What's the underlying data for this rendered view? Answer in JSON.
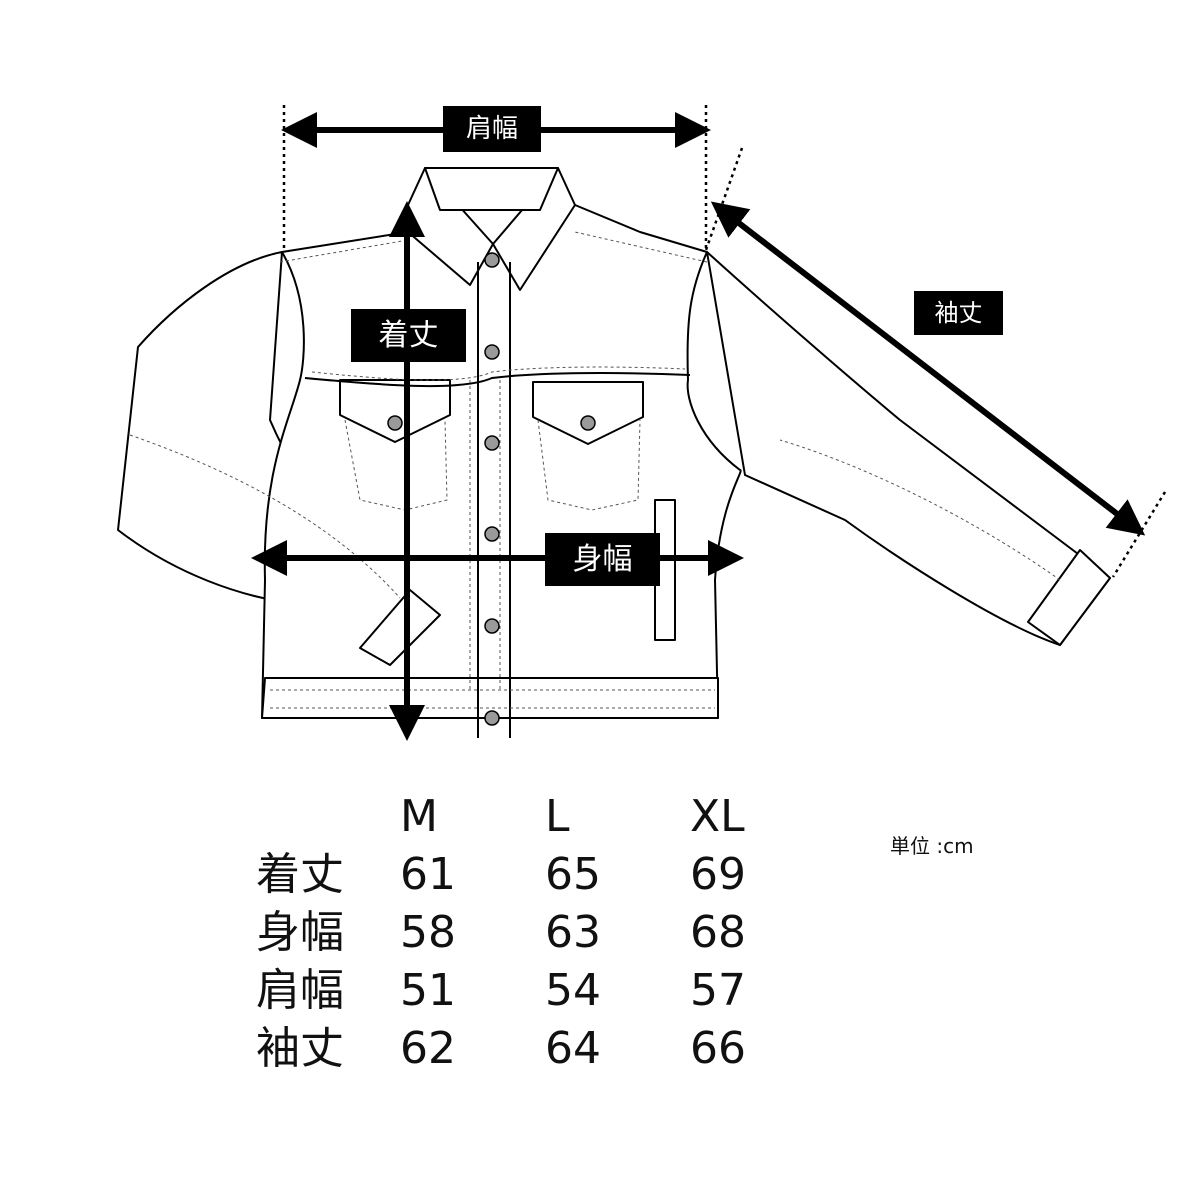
{
  "labels": {
    "shoulder": "肩幅",
    "length": "着丈",
    "sleeve": "袖丈",
    "width": "身幅"
  },
  "table": {
    "headers": [
      "",
      "M",
      "L",
      "XL"
    ],
    "rows": [
      {
        "name": "着丈",
        "values": [
          "61",
          "65",
          "69"
        ]
      },
      {
        "name": "身幅",
        "values": [
          "58",
          "63",
          "68"
        ]
      },
      {
        "name": "肩幅",
        "values": [
          "51",
          "54",
          "57"
        ]
      },
      {
        "name": "袖丈",
        "values": [
          "62",
          "64",
          "66"
        ]
      }
    ]
  },
  "unit": "単位 :cm",
  "icons": [
    "jacket-drawing",
    "arrow-icon"
  ],
  "colors": {
    "line": "#000000",
    "button": "#9a9a9a"
  }
}
